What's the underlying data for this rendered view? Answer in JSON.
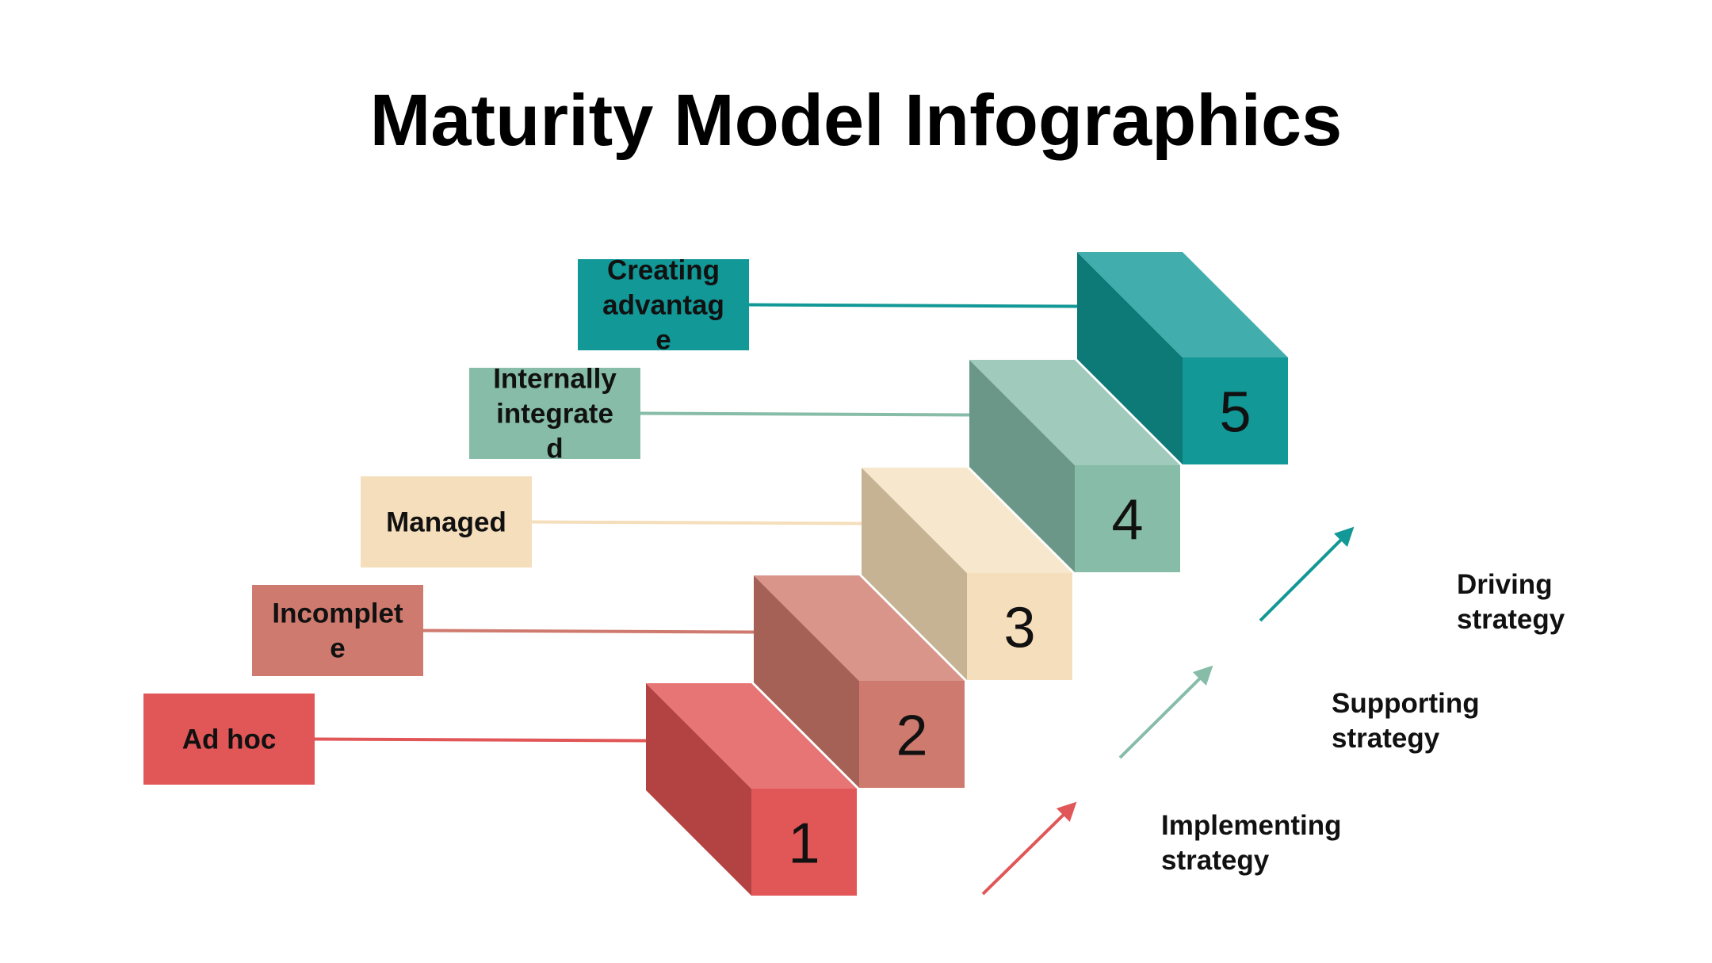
{
  "title": "Maturity Model Infographics",
  "levels": [
    {
      "number": "1",
      "label_lines": [
        "Ad hoc"
      ],
      "colors": {
        "front": "#E15657",
        "top": "#E87575",
        "side": "#B34343",
        "label": "#E15657"
      }
    },
    {
      "number": "2",
      "label_lines": [
        "Incomplet",
        "e"
      ],
      "colors": {
        "front": "#CF7A6E",
        "top": "#DA958A",
        "side": "#A66156",
        "label": "#CF7A6E"
      }
    },
    {
      "number": "3",
      "label_lines": [
        "Managed"
      ],
      "colors": {
        "front": "#F5DEBB",
        "top": "#F7E7CC",
        "side": "#C5B394",
        "label": "#F5DEBB"
      }
    },
    {
      "number": "4",
      "label_lines": [
        "Internally",
        "integrate",
        "d"
      ],
      "colors": {
        "front": "#86BCA8",
        "top": "#A0CABB",
        "side": "#6A9787",
        "label": "#86BCA8"
      }
    },
    {
      "number": "5",
      "label_lines": [
        "Creating",
        "advantag",
        "e"
      ],
      "colors": {
        "front": "#129896",
        "top": "#41ADAD",
        "side": "#0D7A78",
        "label": "#129896"
      }
    }
  ],
  "strategies": [
    {
      "lines": [
        "Implementing",
        "strategy"
      ],
      "arrow_color": "#E15657"
    },
    {
      "lines": [
        "Supporting",
        "strategy"
      ],
      "arrow_color": "#86BCA8"
    },
    {
      "lines": [
        "Driving",
        "strategy"
      ],
      "arrow_color": "#129896"
    }
  ]
}
